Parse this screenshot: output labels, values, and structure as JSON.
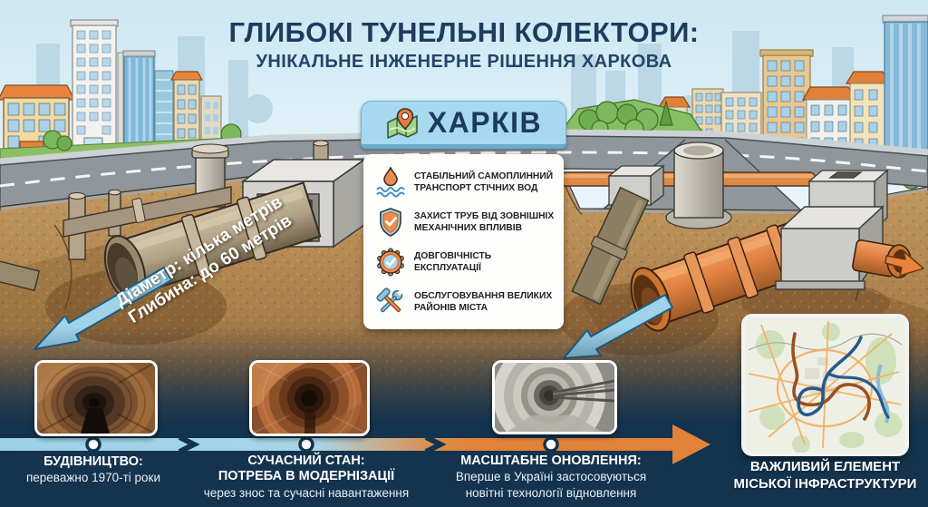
{
  "title": {
    "line1": "ГЛИБОКІ ТУНЕЛЬНІ КОЛЕКТОРИ:",
    "line2": "УНІКАЛЬНЕ ІНЖЕНЕРНЕ РІШЕННЯ ХАРКОВА"
  },
  "city_card": {
    "name": "ХАРКІВ",
    "features": [
      {
        "icon": "water-flow-icon",
        "text": "СТАБІЛЬНИЙ САМОПЛИННИЙ ТРАНСПОРТ СТІЧНИХ ВОД"
      },
      {
        "icon": "shield-check-icon",
        "text": "ЗАХИСТ ТРУБ ВІД ЗОВНІШНІХ МЕХАНІЧНИХ ВПЛИВІВ"
      },
      {
        "icon": "gear-check-icon",
        "text": "ДОВГОВІЧНІСТЬ ЕКСПЛУАТАЦІЇ"
      },
      {
        "icon": "tools-icon",
        "text": "ОБСЛУГОВУВАННЯ ВЕЛИКИХ РАЙОНІВ МІСТА"
      }
    ]
  },
  "pipe_annotation": {
    "line1": "Діаметр: кілька метрів",
    "line2": "Глибина: до 60 метрів"
  },
  "timeline": {
    "stage1": {
      "title": "БУДІВНИЦТВО:",
      "line1": "переважно 1970-ті роки"
    },
    "stage2": {
      "title": "СУЧАСНИЙ СТАН:",
      "subtitle": "ПОТРЕБА В МОДЕРНІЗАЦІЇ",
      "line1": "через знос та сучасні навантаження"
    },
    "stage3": {
      "title": "МАСШТАБНЕ ОНОВЛЕННЯ:",
      "line1": "Вперше в Україні застосовуються",
      "line2": "новітні технології відновлення"
    }
  },
  "map_caption": {
    "line1": "ВАЖЛИВИЙ ЕЛЕМЕНТ",
    "line2": "МІСЬКОЇ ІНФРАСТРУКТУРИ"
  },
  "colors": {
    "accent_orange": "#e08338",
    "accent_blue": "#9ed3ea",
    "navy": "#14334e",
    "card_header": "#a6d9f0",
    "title_text": "#1e3c5e"
  }
}
